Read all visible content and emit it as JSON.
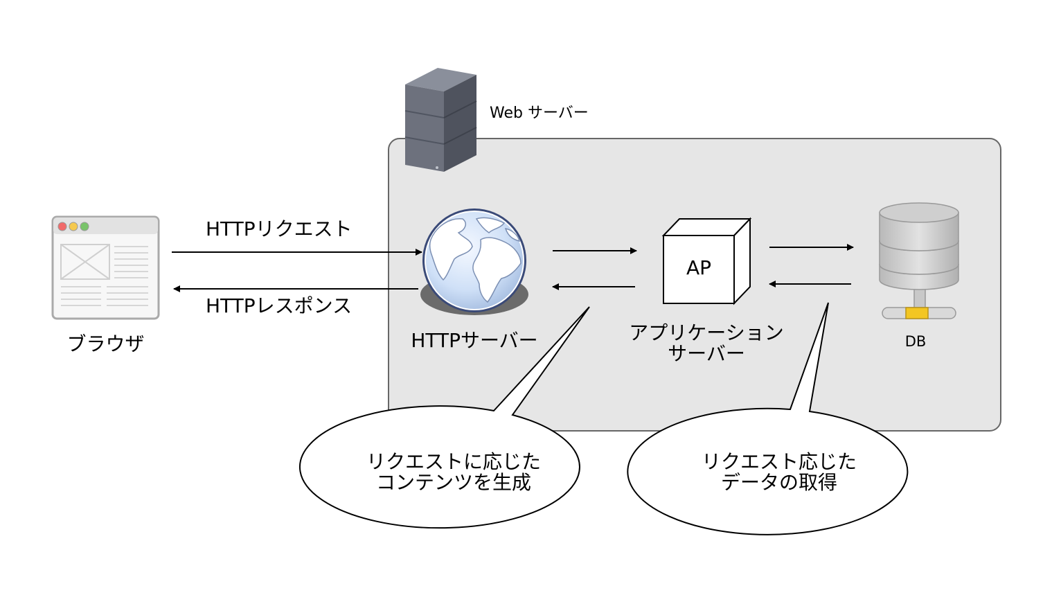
{
  "web_server": {
    "label": "Web サーバー"
  },
  "browser": {
    "label": "ブラウザ"
  },
  "http_request": {
    "label": "HTTPリクエスト"
  },
  "http_response": {
    "label": "HTTPレスポンス"
  },
  "http_server": {
    "label": "HTTPサーバー"
  },
  "ap_server": {
    "box_label": "AP",
    "label": "アプリケーション\nサーバー"
  },
  "db": {
    "label": "DB"
  },
  "callout_left": {
    "text": "リクエストに応じた\nコンテンツを生成"
  },
  "callout_right": {
    "text": "リクエスト応じた\nデータの取得"
  }
}
